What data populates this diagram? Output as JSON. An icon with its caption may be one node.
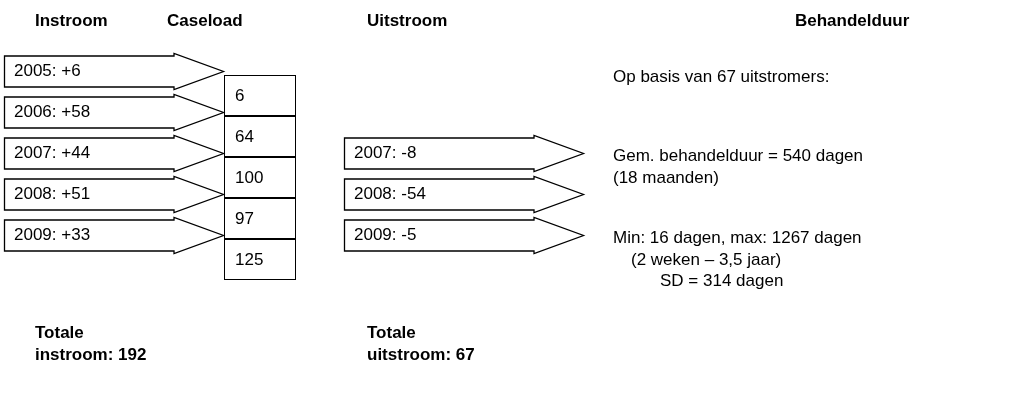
{
  "diagram": {
    "nodes": [
      {
        "text": [
          "2005: +6"
        ]
      },
      {
        "text": [
          "2006: +58"
        ]
      },
      {
        "text": [
          "2007: +44"
        ]
      },
      {
        "text": [
          "2008: +51"
        ]
      },
      {
        "text": [
          "2009: +33"
        ]
      },
      {
        "text": [
          "6"
        ]
      },
      {
        "text": [
          "64"
        ]
      },
      {
        "text": [
          "100"
        ]
      },
      {
        "text": [
          "97"
        ]
      },
      {
        "text": [
          "125"
        ]
      },
      {
        "text": [
          "2007: -8"
        ]
      },
      {
        "text": [
          "2008: -54"
        ]
      },
      {
        "text": [
          "2009: -5"
        ]
      }
    ],
    "labels": [
      "Instroom",
      "Caseload",
      "Uitstroom",
      "Behandelduur",
      "Op basis van 67 uitstromers:",
      "Gem. behandelduur = 540 dagen",
      "(18 maanden)",
      "Min: 16 dagen, max: 1267 dagen",
      "(2 weken – 3,5 jaar)",
      "SD = 314 dagen",
      "Totale instroom: 192",
      "Totale uitstroom: 67"
    ]
  }
}
